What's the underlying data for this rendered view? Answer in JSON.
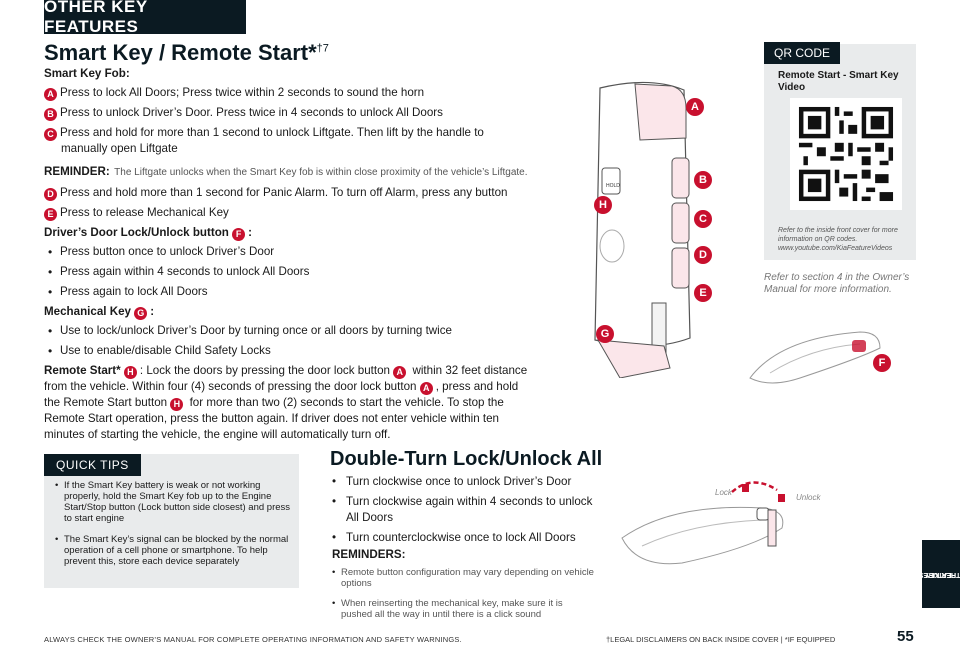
{
  "header": {
    "tab": "OTHER KEY FEATURES",
    "title": "Smart Key / Remote Start*",
    "title_sup": "†7"
  },
  "fob": {
    "heading": "Smart Key Fob:",
    "a": "Press to lock All Doors; Press twice within 2 seconds to sound the horn",
    "b": "Press to unlock Driver’s Door. Press twice in 4 seconds to unlock All Doors",
    "c1": "Press and hold for more than 1 second to unlock Liftgate. Then lift by the handle to",
    "c2": "manually open Liftgate",
    "reminder_label": "REMINDER:",
    "reminder_text": "The Liftgate unlocks when the Smart Key fob is within close proximity of the vehicle’s Liftgate.",
    "d": "Press and hold more than 1 second for Panic Alarm. To turn off Alarm, press any button",
    "e": "Press to release Mechanical Key"
  },
  "driver_door": {
    "heading": "Driver’s Door Lock/Unlock button",
    "bullets": [
      "Press button once to unlock Driver’s Door",
      "Press again within 4 seconds to unlock All Doors",
      "Press again to lock All Doors"
    ]
  },
  "mech_key": {
    "heading": "Mechanical Key",
    "bullets": [
      "Use to lock/unlock Driver’s Door by turning once or all doors by turning twice",
      "Use to enable/disable Child Safety Locks"
    ]
  },
  "remote_start": {
    "label": "Remote Start*",
    "l1a": "Lock the doors by pressing the door lock button",
    "l1b": "within 32 feet distance",
    "l2a": "from the vehicle. Within four (4) seconds of pressing the door lock button",
    "l2b": ", press and hold",
    "l3a": "the Remote Start button",
    "l3b": "for more than two (2) seconds to start the vehicle. To stop the",
    "l4": "Remote Start operation, press the button again. If driver does not enter vehicle within ten",
    "l5": "minutes of starting the vehicle, the engine will automatically turn off."
  },
  "badges": {
    "a": "A",
    "b": "B",
    "c": "C",
    "d": "D",
    "e": "E",
    "f": "F",
    "g": "G",
    "h": "H"
  },
  "fob_labels": {
    "hold": "HOLD"
  },
  "qr": {
    "tag": "QR CODE",
    "title": "Remote Start - Smart Key Video",
    "note": "Refer to the inside front cover for more information on QR codes. www.youtube.com/KiaFeatureVideos"
  },
  "refer": "Refer to section 4 in the Owner’s Manual for more information.",
  "quick_tips": {
    "tag": "QUICK TIPS",
    "items": [
      "If the Smart Key battery is weak or not working properly, hold the Smart Key fob up to the Engine Start/Stop button (Lock button side closest) and press to start engine",
      "The Smart Key’s signal can be blocked by the normal operation of a cell phone or smartphone. To help prevent this, store each device separately"
    ]
  },
  "double_turn": {
    "title": "Double-Turn Lock/Unlock All",
    "bullets": [
      "Turn clockwise once to unlock Driver’s Door",
      "Turn clockwise again within 4 seconds to unlock All Doors",
      "Turn counterclockwise once to lock All Doors"
    ],
    "reminders_label": "REMINDERS:",
    "reminders": [
      "Remote button configuration may vary depending on vehicle options",
      "When reinserting the mechanical key, make sure it is pushed all the way in until there is a click sound"
    ],
    "lock_label": "Lock",
    "unlock_label": "Unlock"
  },
  "side_tab": {
    "line1": "OTHER KEY",
    "line2": "FEATURES"
  },
  "footer": {
    "left": "ALWAYS CHECK THE OWNER’S MANUAL FOR COMPLETE OPERATING INFORMATION AND SAFETY WARNINGS.",
    "right": "†LEGAL DISCLAIMERS ON BACK INSIDE COVER  |  *IF EQUIPPED",
    "page": "55"
  },
  "colors": {
    "accent_red": "#c8102e",
    "navy": "#0b1a22",
    "panel_gray": "#e9ebec"
  }
}
